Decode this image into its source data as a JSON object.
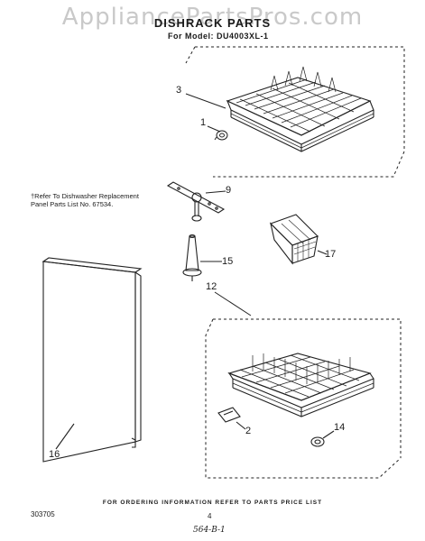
{
  "watermark": "AppliancePartsPros.com",
  "title": "DISHRACK PARTS",
  "model_label": "For Model:",
  "model_number": "DU4003XL-1",
  "note_lines": [
    "†Refer To Dishwasher Replacement",
    "Panel Parts List No. 67534."
  ],
  "footer": "FOR ORDERING INFORMATION REFER TO PARTS PRICE LIST",
  "doc_code": "303705",
  "page_number": "4",
  "page_ref": "564-B-1",
  "callouts": {
    "c3": "3",
    "c1": "1",
    "c9": "9",
    "c15": "15",
    "c17": "17",
    "c12": "12",
    "c2": "2",
    "c14": "14",
    "c16": "16"
  }
}
